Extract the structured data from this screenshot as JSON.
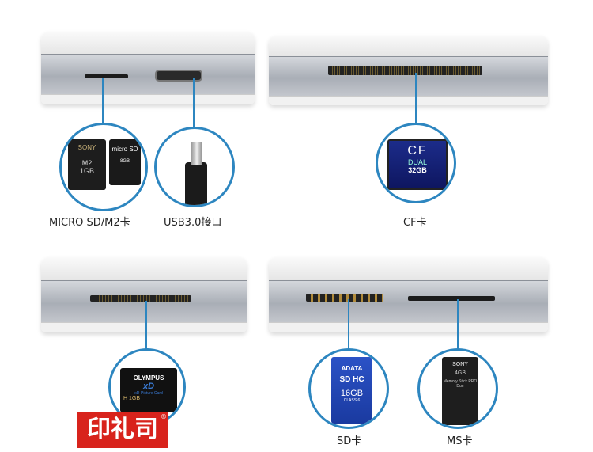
{
  "labels": {
    "micro_sd": "MICRO SD/M2卡",
    "usb": "USB3.0接口",
    "cf": "CF卡",
    "sd": "SD卡",
    "ms": "MS卡"
  },
  "cards": {
    "m2": {
      "brand": "SONY",
      "type": "M2",
      "size": "1GB"
    },
    "microsd": {
      "brand": "micro SD",
      "size": "8GB"
    },
    "cf": {
      "type": "CF",
      "model": "DUAL",
      "size": "32GB"
    },
    "xd": {
      "brand": "OLYMPUS",
      "type": "xD",
      "sub": "xD-Picture Card",
      "size": "H 1GB"
    },
    "sd": {
      "brand": "ADATA",
      "type": "SD HC",
      "size": "16GB",
      "class": "CLASS 6"
    },
    "ms": {
      "brand": "SONY",
      "size": "4GB",
      "type": "Memory Stick PRO Duo"
    }
  },
  "logo": {
    "text": "印礼司",
    "mark": "®"
  },
  "colors": {
    "accent": "#2d86c0",
    "logo_bg": "#d8231c"
  }
}
